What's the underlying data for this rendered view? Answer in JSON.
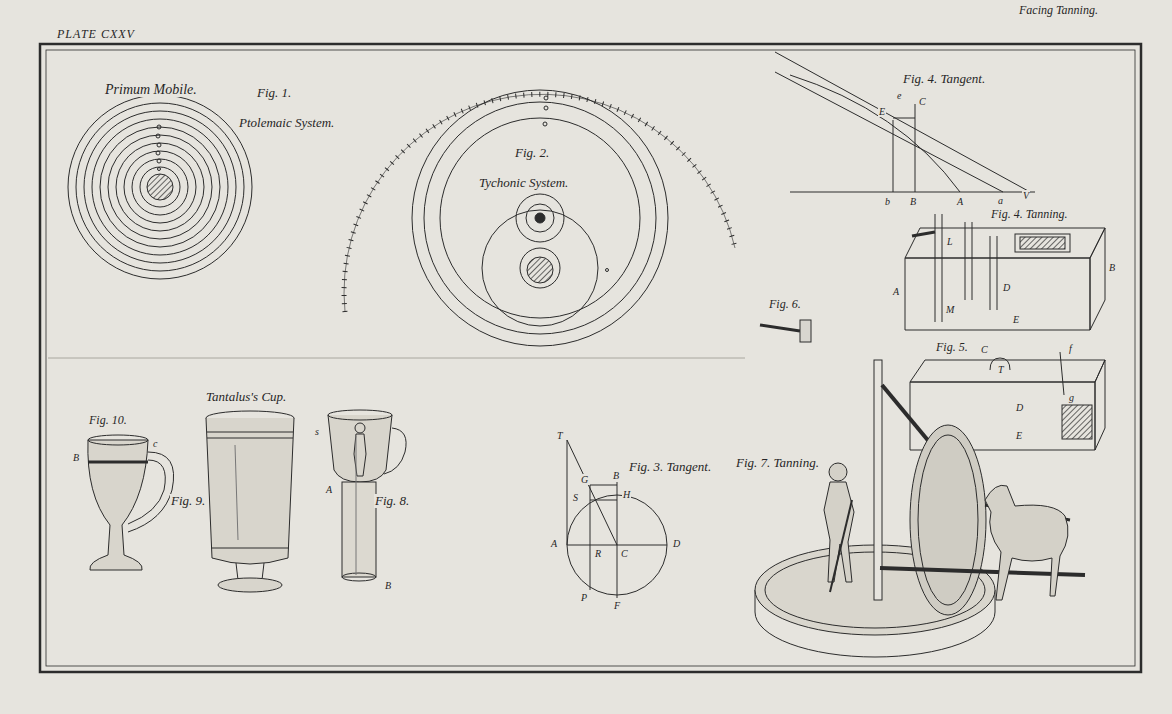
{
  "diagram": {
    "title": "PLATE CXXV",
    "labels": [
      "Facing Tanning.",
      "Primum Mobile.",
      "Fig. 1.",
      "Ptolemaic System.",
      "Fig. 2.",
      "Tychonic System.",
      "Fig. 4. Tangent.",
      "e",
      "E",
      "C",
      "b",
      "B",
      "A",
      "a",
      "V",
      "Fig. 4. Tanning.",
      "A",
      "B",
      "L",
      "D",
      "M",
      "E",
      "Fig. 6.",
      "Fig. 5.",
      "C",
      "T",
      "f",
      "g",
      "D",
      "E",
      "Fig. 7. Tanning.",
      "Tantalus's Cup.",
      "Fig. 10.",
      "B",
      "c",
      "Fig. 9.",
      "s",
      "A",
      "Fig. 8.",
      "B",
      "Fig. 3. Tangent.",
      "T",
      "G",
      "B",
      "S",
      "H",
      "A",
      "R",
      "C",
      "D",
      "P",
      "F"
    ]
  }
}
